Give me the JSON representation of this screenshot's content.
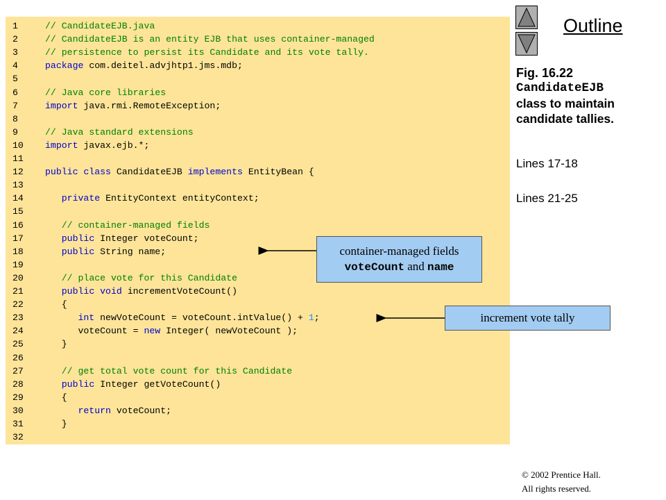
{
  "code": {
    "lines": [
      {
        "num": "1",
        "tokens": [
          {
            "t": "// CandidateEJB.java",
            "c": "c"
          }
        ]
      },
      {
        "num": "2",
        "tokens": [
          {
            "t": "// CandidateEJB is an entity EJB that uses container-managed",
            "c": "c"
          }
        ]
      },
      {
        "num": "3",
        "tokens": [
          {
            "t": "// persistence to persist its Candidate and its vote tally.",
            "c": "c"
          }
        ]
      },
      {
        "num": "4",
        "tokens": [
          {
            "t": "package",
            "c": "k"
          },
          {
            "t": " com.deitel.advjhtp1.jms.mdb;",
            "c": "p"
          }
        ]
      },
      {
        "num": "5",
        "tokens": []
      },
      {
        "num": "6",
        "tokens": [
          {
            "t": "// Java core libraries",
            "c": "c"
          }
        ]
      },
      {
        "num": "7",
        "tokens": [
          {
            "t": "import",
            "c": "k"
          },
          {
            "t": " java.rmi.RemoteException;",
            "c": "p"
          }
        ]
      },
      {
        "num": "8",
        "tokens": []
      },
      {
        "num": "9",
        "tokens": [
          {
            "t": "// Java standard extensions",
            "c": "c"
          }
        ]
      },
      {
        "num": "10",
        "tokens": [
          {
            "t": "import",
            "c": "k"
          },
          {
            "t": " javax.ejb.*;",
            "c": "p"
          }
        ]
      },
      {
        "num": "11",
        "tokens": []
      },
      {
        "num": "12",
        "tokens": [
          {
            "t": "public class",
            "c": "k"
          },
          {
            "t": " CandidateEJB ",
            "c": "p"
          },
          {
            "t": "implements",
            "c": "k"
          },
          {
            "t": " EntityBean {",
            "c": "p"
          }
        ]
      },
      {
        "num": "13",
        "tokens": []
      },
      {
        "num": "14",
        "tokens": [
          {
            "t": "   ",
            "c": "p"
          },
          {
            "t": "private",
            "c": "k"
          },
          {
            "t": " EntityContext entityContext;",
            "c": "p"
          }
        ]
      },
      {
        "num": "15",
        "tokens": []
      },
      {
        "num": "16",
        "tokens": [
          {
            "t": "   ",
            "c": "p"
          },
          {
            "t": "// container-managed fields",
            "c": "c"
          }
        ]
      },
      {
        "num": "17",
        "tokens": [
          {
            "t": "   ",
            "c": "p"
          },
          {
            "t": "public",
            "c": "k"
          },
          {
            "t": " Integer voteCount;",
            "c": "p"
          }
        ]
      },
      {
        "num": "18",
        "tokens": [
          {
            "t": "   ",
            "c": "p"
          },
          {
            "t": "public",
            "c": "k"
          },
          {
            "t": " String name;",
            "c": "p"
          }
        ]
      },
      {
        "num": "19",
        "tokens": []
      },
      {
        "num": "20",
        "tokens": [
          {
            "t": "   ",
            "c": "p"
          },
          {
            "t": "// place vote for this Candidate",
            "c": "c"
          }
        ]
      },
      {
        "num": "21",
        "tokens": [
          {
            "t": "   ",
            "c": "p"
          },
          {
            "t": "public void",
            "c": "k"
          },
          {
            "t": " incrementVoteCount()",
            "c": "p"
          }
        ]
      },
      {
        "num": "22",
        "tokens": [
          {
            "t": "   {",
            "c": "p"
          }
        ]
      },
      {
        "num": "23",
        "tokens": [
          {
            "t": "      ",
            "c": "p"
          },
          {
            "t": "int",
            "c": "k"
          },
          {
            "t": " newVoteCount = voteCount.intValue() + ",
            "c": "p"
          },
          {
            "t": "1",
            "c": "n"
          },
          {
            "t": ";",
            "c": "p"
          }
        ]
      },
      {
        "num": "24",
        "tokens": [
          {
            "t": "      voteCount = ",
            "c": "p"
          },
          {
            "t": "new",
            "c": "k"
          },
          {
            "t": " Integer( newVoteCount );",
            "c": "p"
          }
        ]
      },
      {
        "num": "25",
        "tokens": [
          {
            "t": "   }",
            "c": "p"
          }
        ]
      },
      {
        "num": "26",
        "tokens": []
      },
      {
        "num": "27",
        "tokens": [
          {
            "t": "   ",
            "c": "p"
          },
          {
            "t": "// get total vote count for this Candidate",
            "c": "c"
          }
        ]
      },
      {
        "num": "28",
        "tokens": [
          {
            "t": "   ",
            "c": "p"
          },
          {
            "t": "public",
            "c": "k"
          },
          {
            "t": " Integer getVoteCount()",
            "c": "p"
          }
        ]
      },
      {
        "num": "29",
        "tokens": [
          {
            "t": "   {",
            "c": "p"
          }
        ]
      },
      {
        "num": "30",
        "tokens": [
          {
            "t": "      ",
            "c": "p"
          },
          {
            "t": "return",
            "c": "k"
          },
          {
            "t": " voteCount;",
            "c": "p"
          }
        ]
      },
      {
        "num": "31",
        "tokens": [
          {
            "t": "   }",
            "c": "p"
          }
        ]
      },
      {
        "num": "32",
        "tokens": []
      }
    ]
  },
  "nav": {
    "up_icon": "triangle-up-icon",
    "down_icon": "triangle-down-icon",
    "outline_label": "Outline"
  },
  "description": {
    "fig": "Fig. 16.22",
    "class_name": "CandidateEJB",
    "caption": "class to maintain candidate tallies.",
    "line_refs": [
      "Lines 17-18",
      "Lines 21-25"
    ]
  },
  "callouts": {
    "fields": {
      "prefix": "container-managed fields",
      "field1": "voteCount",
      "and": " and ",
      "field2": "name"
    },
    "tally": "increment vote tally"
  },
  "footer": {
    "copyright_symbol": "©",
    "line1": " 2002 Prentice Hall.",
    "line2": "All rights reserved."
  },
  "colors": {
    "code_bg": "#fde499",
    "comment": "#008000",
    "keyword": "#0000cc",
    "literal": "#1a8fff",
    "callout_bg": "#a3ccf2"
  }
}
